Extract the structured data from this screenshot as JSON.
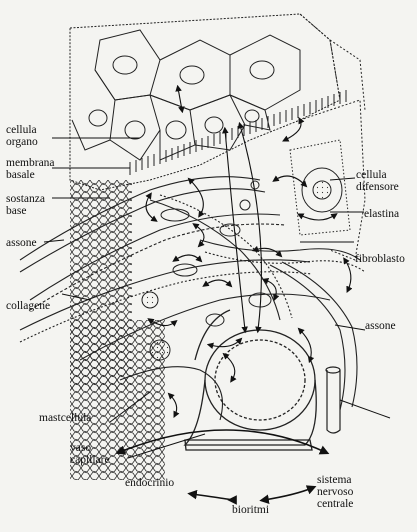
{
  "labels": {
    "cellula_organo": "cellula\norgano",
    "membrana_basale": "membrana\nbasale",
    "sostanza_base": "sostanza\nbase",
    "assone_left": "assone",
    "collagene": "collagene",
    "mastcellula": "mastcellula",
    "vaso_capillare": "vaso\ncapillare",
    "cellula_difensore": "cellula\ndifensore",
    "elastina": "elastina",
    "fibroblasto": "fibroblasto",
    "assone_right": "assone",
    "endocrinio": "endocrinio",
    "bioritmi": "bioritmi",
    "sistema_nervoso_centrale": "sistema\nnervoso\ncentrale"
  },
  "colors": {
    "ink": "#111111",
    "paper": "#f4f4f1"
  }
}
